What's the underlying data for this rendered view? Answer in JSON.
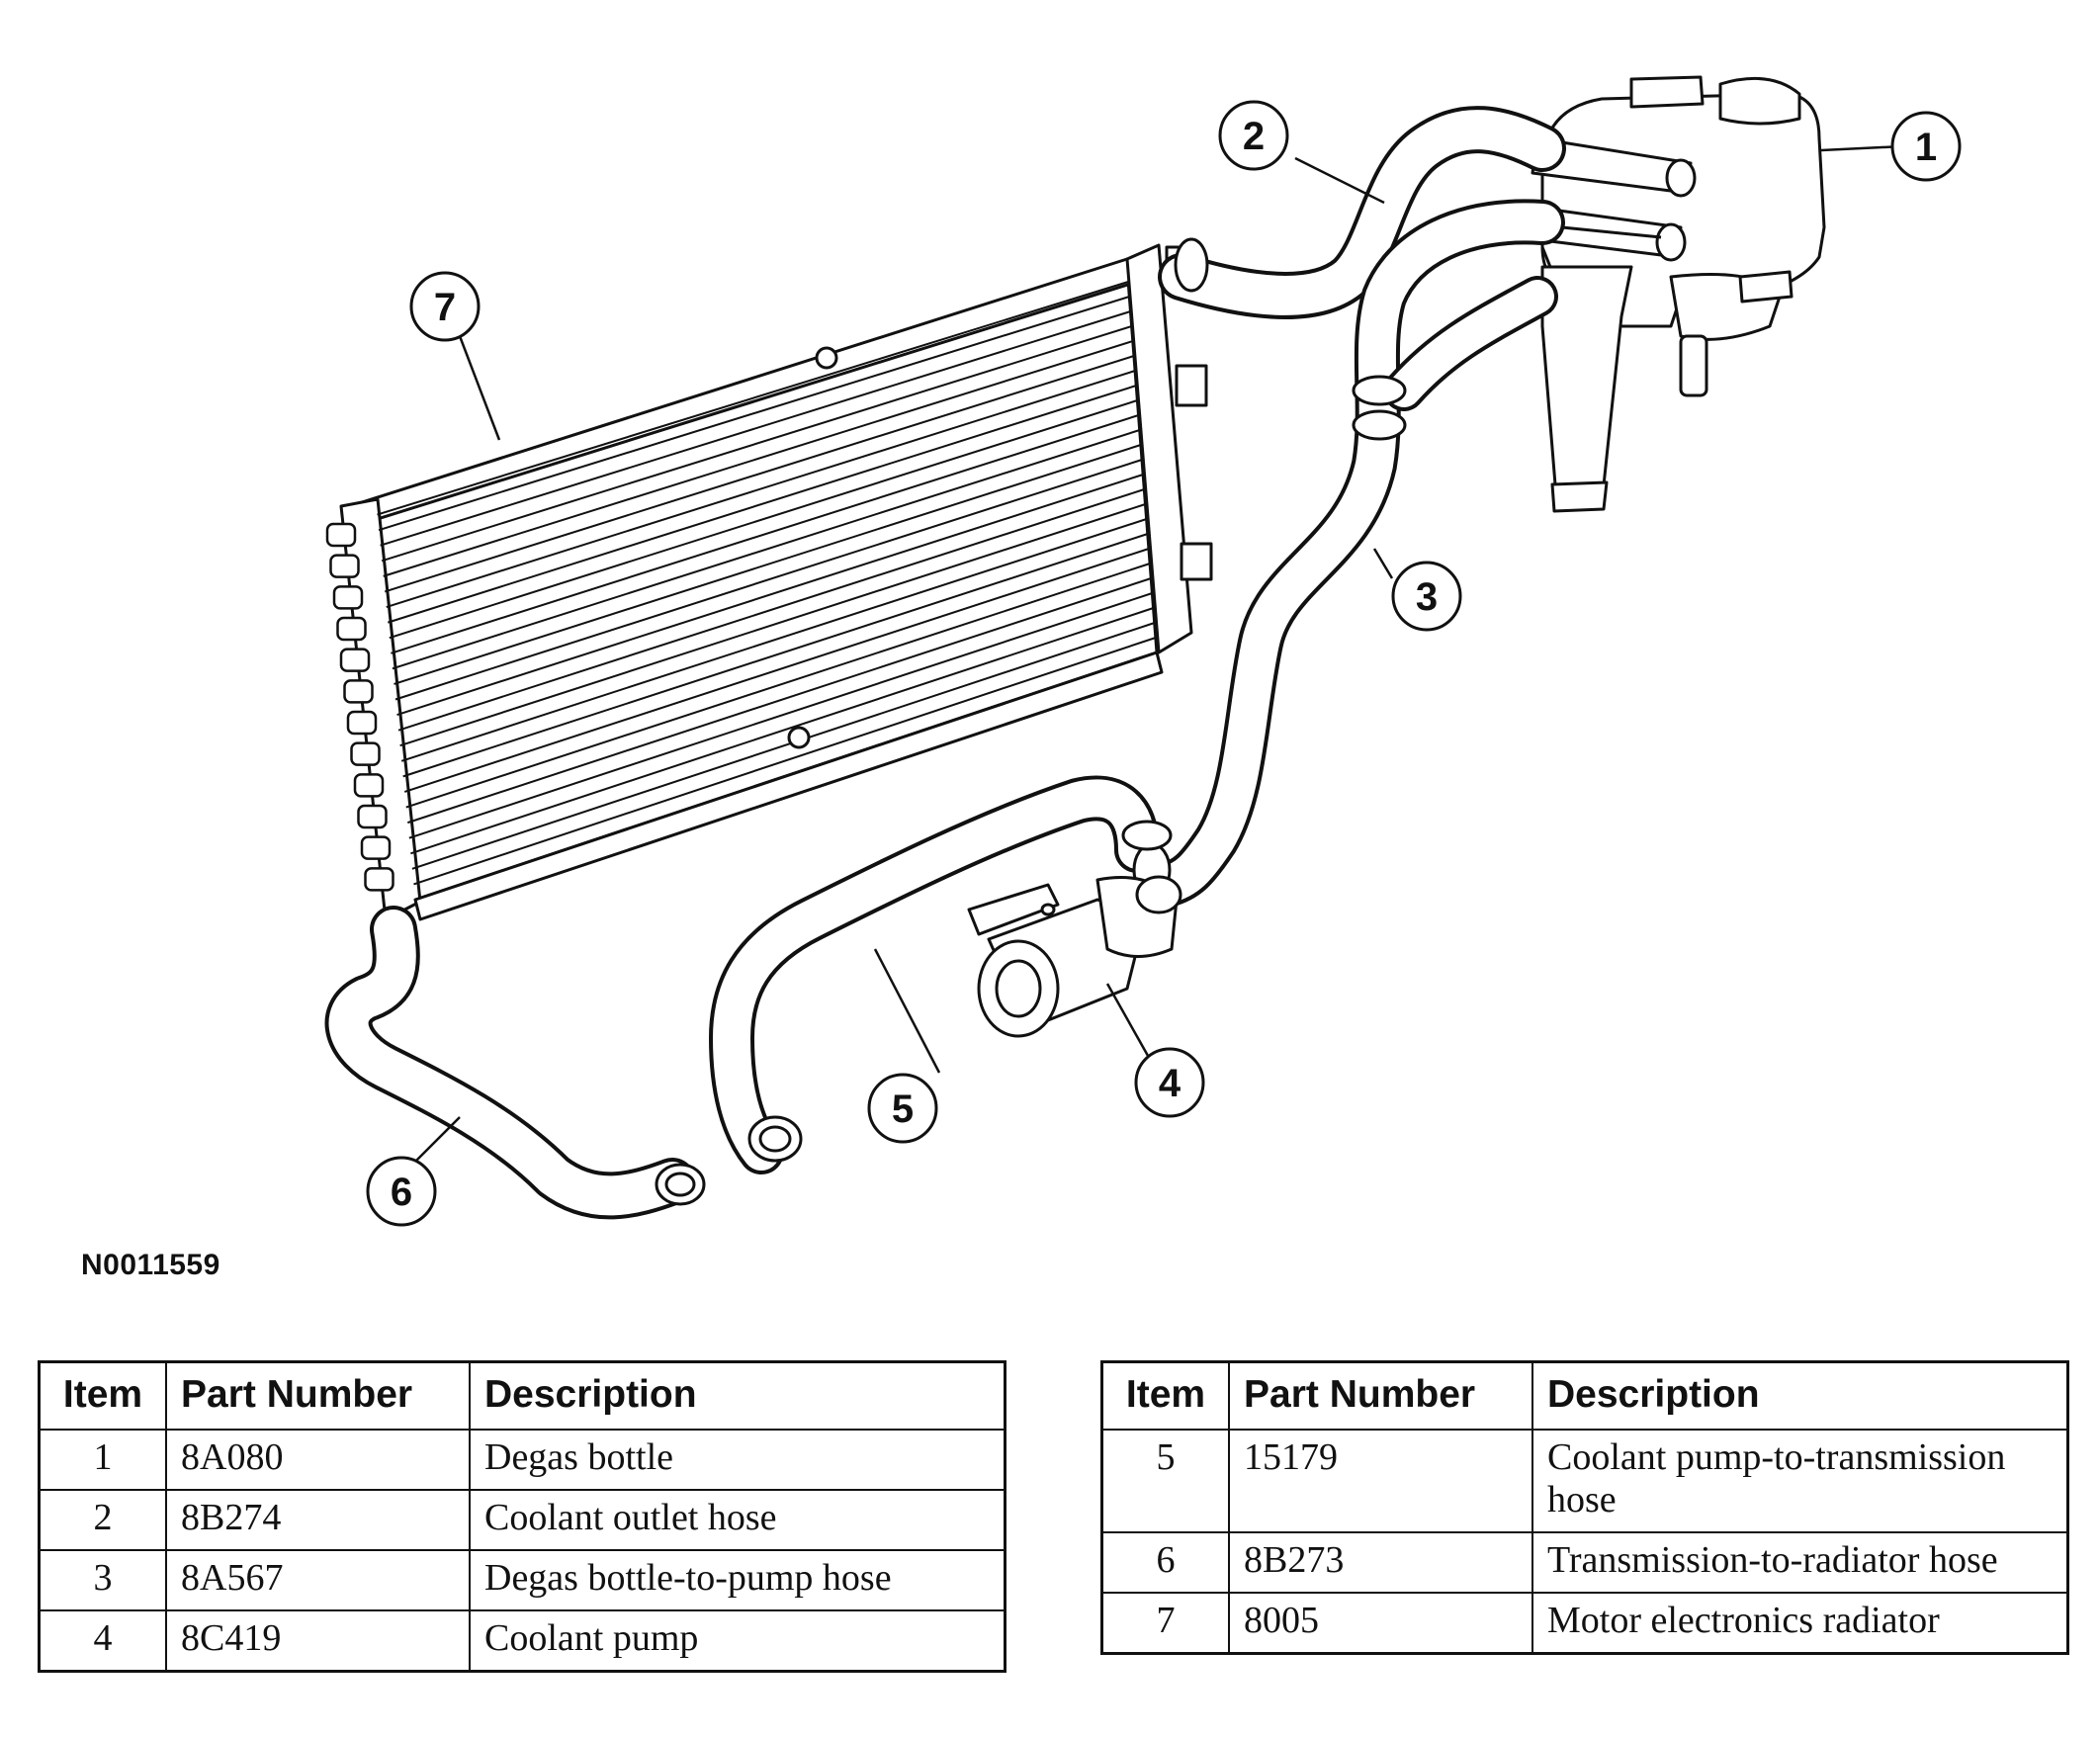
{
  "figure_id": "N0011559",
  "callouts": [
    "1",
    "2",
    "3",
    "4",
    "5",
    "6",
    "7"
  ],
  "tables": {
    "headers": {
      "item": "Item",
      "part_number": "Part Number",
      "description": "Description"
    },
    "left": [
      {
        "item": "1",
        "part_number": "8A080",
        "description": "Degas bottle"
      },
      {
        "item": "2",
        "part_number": "8B274",
        "description": "Coolant outlet hose"
      },
      {
        "item": "3",
        "part_number": "8A567",
        "description": "Degas bottle-to-pump hose"
      },
      {
        "item": "4",
        "part_number": "8C419",
        "description": "Coolant pump"
      }
    ],
    "right": [
      {
        "item": "5",
        "part_number": "15179",
        "description": "Coolant pump-to-transmission hose"
      },
      {
        "item": "6",
        "part_number": "8B273",
        "description": "Transmission-to-radiator hose"
      },
      {
        "item": "7",
        "part_number": "8005",
        "description": "Motor electronics radiator"
      }
    ]
  }
}
